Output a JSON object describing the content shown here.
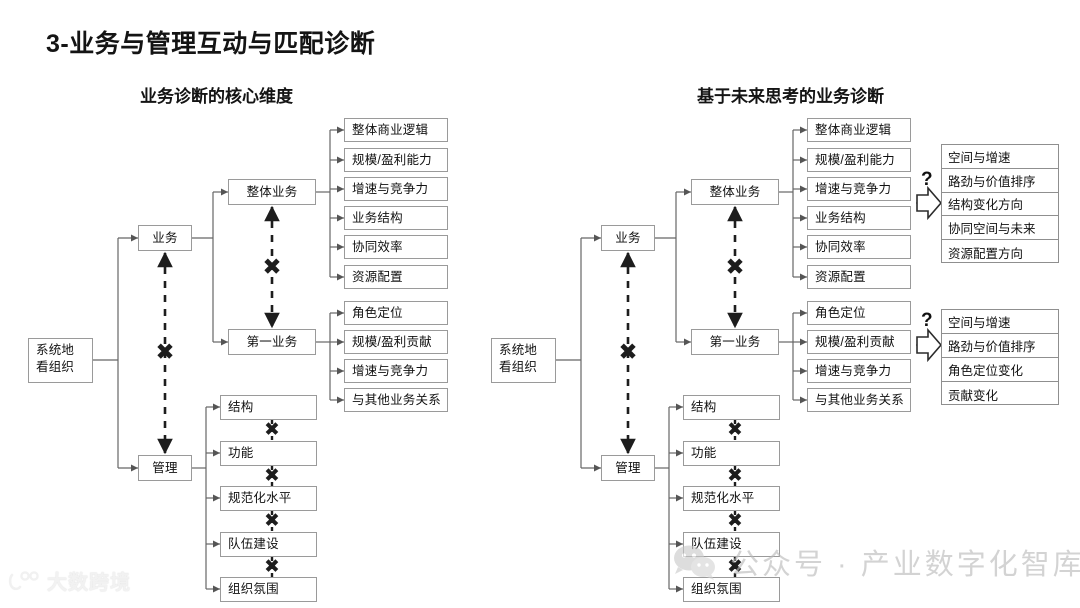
{
  "page": {
    "title": "3-业务与管理互动与匹配诊断"
  },
  "sections": {
    "left": {
      "title": "业务诊断的核心维度"
    },
    "right": {
      "title": "基于未来思考的业务诊断"
    }
  },
  "nodes": {
    "root_line1": "系统地",
    "root_line2": "看组织",
    "business": "业务",
    "management": "管理",
    "overall_business": "整体业务",
    "first_business": "第一业务"
  },
  "overall_business_dimensions": [
    "整体商业逻辑",
    "规模/盈利能力",
    "增速与竞争力",
    "业务结构",
    "协同效率",
    "资源配置"
  ],
  "first_business_dimensions": [
    "角色定位",
    "规模/盈利贡献",
    "增速与竞争力",
    "与其他业务关系"
  ],
  "management_dimensions": [
    "结构",
    "功能",
    "规范化水平",
    "队伍建设",
    "组织氛围"
  ],
  "future_outcomes": {
    "overall": [
      "空间与增速",
      "路劲与价值排序",
      "结构变化方向",
      "协同空间与未来",
      "资源配置方向"
    ],
    "first": [
      "空间与增速",
      "路劲与价值排序",
      "角色定位变化",
      "贡献变化"
    ]
  },
  "markers": {
    "question": "?",
    "mismatch": "✖"
  },
  "watermarks": {
    "brand": "大数跨境",
    "account": "公众号 · 产业数字化智库"
  },
  "colors": {
    "box_border": "#9a9a9a",
    "line": "#666666",
    "text": "#111111",
    "watermark_light": "#f2f2f2",
    "watermark_gray": "#b9b9b9"
  }
}
